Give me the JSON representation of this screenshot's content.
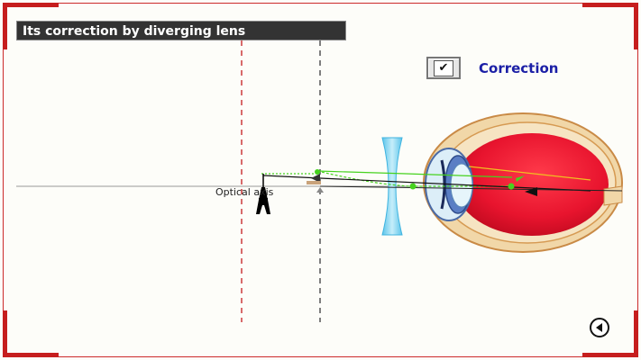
{
  "title": "Its correction by diverging lens",
  "correction_checkbox": {
    "label": "Correction",
    "checked": true,
    "mark": "✔"
  },
  "axis_label": "Optical axis",
  "colors": {
    "frame": "#cc2a2a",
    "corner": "#c61e1e",
    "accent_label": "#1b1fa6",
    "lens": "#7fd0ec",
    "eye_red": "#e8142e",
    "ray_green": "#46d21e"
  },
  "icons": {
    "object": "eiffel-tower-icon",
    "image": "arrow-icon",
    "nav": "back-arrow-icon"
  }
}
